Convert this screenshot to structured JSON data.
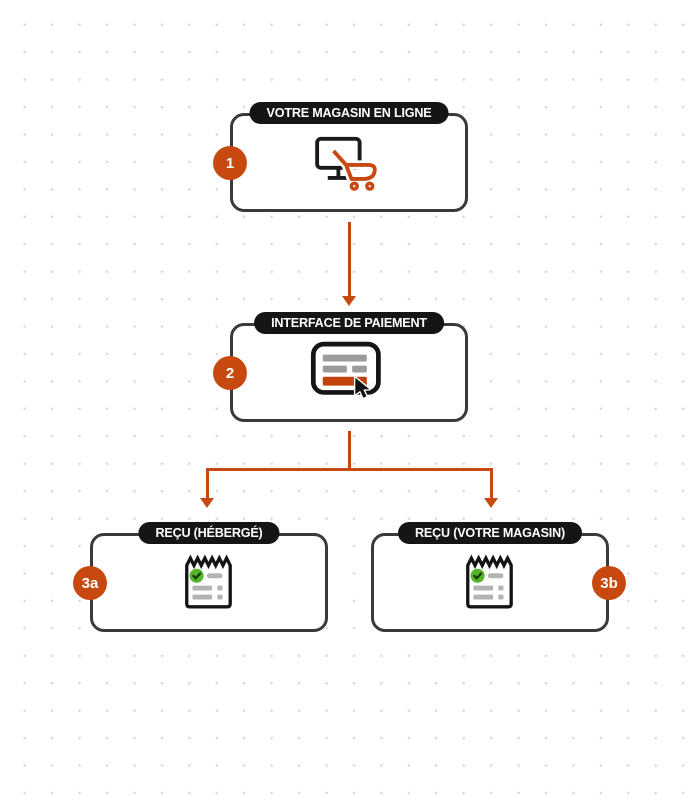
{
  "diagram": {
    "nodes": [
      {
        "id": "1",
        "badge": "1",
        "label": "VOTRE MAGASIN EN LIGNE",
        "icon": "online-store-icon"
      },
      {
        "id": "2",
        "badge": "2",
        "label": "INTERFACE DE PAIEMENT",
        "icon": "payment-form-icon"
      },
      {
        "id": "3a",
        "badge": "3a",
        "label": "REÇU (HÉBERGÉ)",
        "icon": "receipt-icon"
      },
      {
        "id": "3b",
        "badge": "3b",
        "label": "REÇU (VOTRE MAGASIN)",
        "icon": "receipt-icon"
      }
    ],
    "edges": [
      {
        "from": "1",
        "to": "2"
      },
      {
        "from": "2",
        "to": "3a"
      },
      {
        "from": "2",
        "to": "3b"
      }
    ],
    "colors": {
      "accent_orange": "#c8490f",
      "node_border": "#3a3a3a",
      "pill_bg": "#151515",
      "pill_text": "#ffffff",
      "icon_black": "#1a1a1a",
      "icon_gray": "#9b9b9b",
      "icon_orange_bar": "#c2420b",
      "check_green": "#56b32a",
      "dot_grid": "#d9d9d9"
    }
  }
}
